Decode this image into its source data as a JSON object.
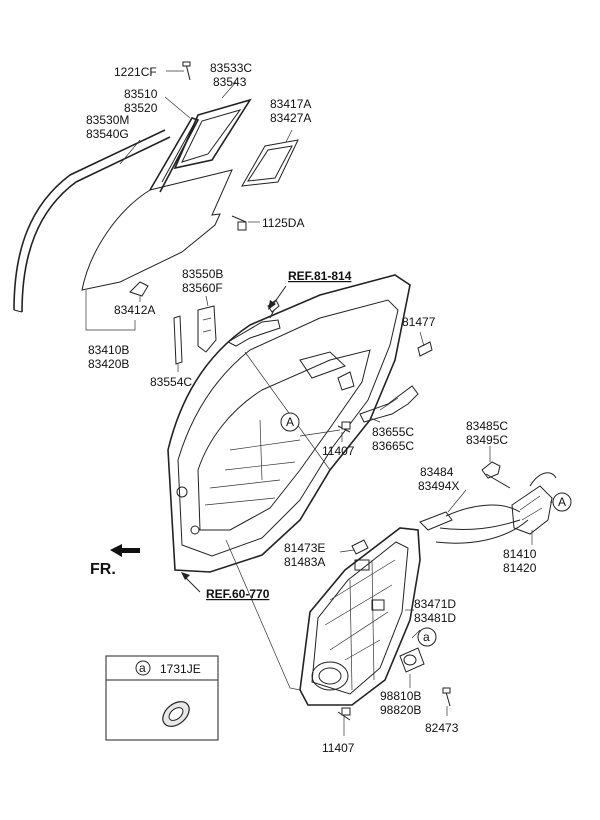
{
  "labels": {
    "p1221CF": "1221CF",
    "p83533C": "83533C",
    "p83543": "83543",
    "p83510": "83510",
    "p83520": "83520",
    "p83417A": "83417A",
    "p83427A": "83427A",
    "p83530M": "83530M",
    "p83540G": "83540G",
    "p1125DA": "1125DA",
    "p83550B": "83550B",
    "p83560F": "83560F",
    "ref81814": "REF.81-814",
    "p83412A": "83412A",
    "p81477": "81477",
    "p83410B": "83410B",
    "p83420B": "83420B",
    "p83554C": "83554C",
    "p83655C": "83655C",
    "p83665C": "83665C",
    "p11407a": "11407",
    "p83485C": "83485C",
    "p83495C": "83495C",
    "p83484": "83484",
    "p83494X": "83494X",
    "p81473E": "81473E",
    "p81483A": "81483A",
    "p81410": "81410",
    "p81420": "81420",
    "fr": "FR.",
    "ref60770": "REF.60-770",
    "p83471D": "83471D",
    "p83481D": "83481D",
    "p98810B": "98810B",
    "p98820B": "98820B",
    "p82473": "82473",
    "p11407b": "11407",
    "legendCode": "1731JE"
  },
  "callouts": {
    "a": "a",
    "A": "A"
  }
}
